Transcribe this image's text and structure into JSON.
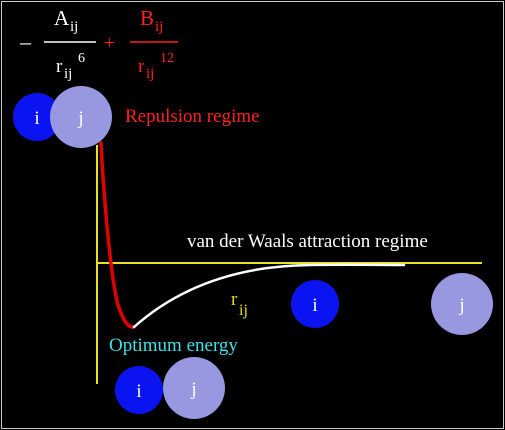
{
  "formula": {
    "minus_sign": "–",
    "plus_sign": "+",
    "term1": {
      "numerator": "A",
      "numerator_sub": "ij",
      "denominator": "r",
      "denominator_sub": "ij",
      "denominator_exp": "6"
    },
    "term2": {
      "numerator": "B",
      "numerator_sub": "ij",
      "denominator": "r",
      "denominator_sub": "ij",
      "denominator_exp": "12"
    }
  },
  "labels": {
    "repulsion": "Repulsion regime",
    "attraction": "van der Waals attraction regime",
    "optimum": "Optimum energy",
    "distance_var": "r",
    "distance_sub": "ij"
  },
  "atoms": {
    "i_label": "i",
    "j_label": "j"
  },
  "colors": {
    "background": "#000000",
    "frame": "#cccccc",
    "white": "#ffffff",
    "red": "#ff2020",
    "yellow": "#e8e020",
    "cyan": "#40e0e8",
    "atom_i": "#0a14f0",
    "atom_j": "#9898e0",
    "repulsive_curve": "#e00000",
    "attractive_curve": "#ffffff"
  }
}
